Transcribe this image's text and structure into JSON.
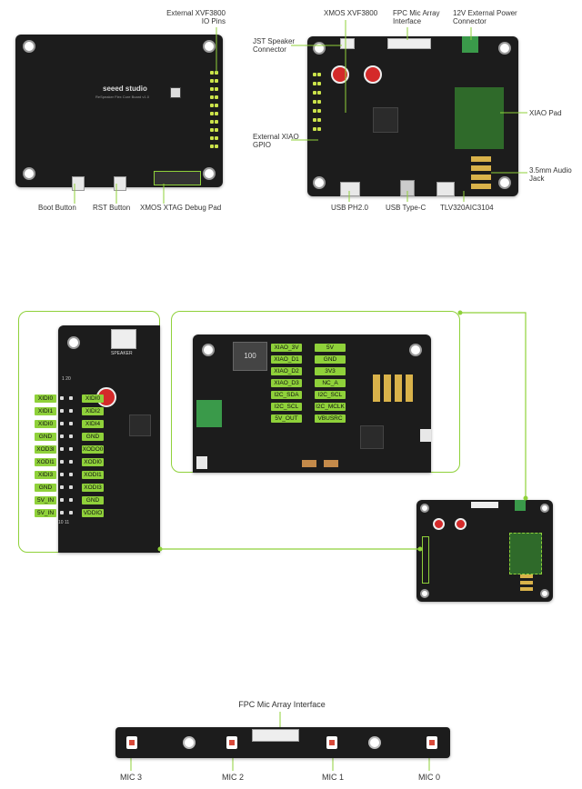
{
  "top_left_labels": {
    "io_pins": "External XVF3800\nIO Pins",
    "boot_button": "Boot Button",
    "rst_button": "RST Button",
    "xtag_debug_pad": "XMOS XTAG Debug Pad",
    "board_brand": "seeed studio",
    "board_model": "ReSpeaker Flex Core Board v1.0"
  },
  "top_right_labels": {
    "xmos_chip": "XMOS XVF3800",
    "fpc_interface": "FPC Mic Array\nInterface",
    "power_connector": "12V External Power\nConnector",
    "speaker_connector": "JST Speaker\nConnector",
    "xiao_pad": "XIAO Pad",
    "xiao_gpio": "External XIAO\nGPIO",
    "audio_jack": "3.5mm Audio\nJack",
    "usb_ph": "USB PH2.0",
    "usb_typec": "USB Type-C",
    "codec": "TLV320AIC3104"
  },
  "pinout_left": {
    "outer": [
      "XIDI0",
      "XIDI1",
      "XIDI0",
      "GND",
      "XOD3I",
      "XODI1",
      "XIDI3",
      "GND",
      "5V_IN",
      "5V_IN"
    ],
    "inner": [
      "XIDI0",
      "XIDI2",
      "XIDI4",
      "GND",
      "XODO0",
      "XODI0",
      "XODI1",
      "XODI3",
      "GND",
      "VDDIO"
    ],
    "header_top": "1  20",
    "header_bottom": "10  11",
    "speaker_label": "SPEAKER"
  },
  "pinout_right": {
    "left_col": [
      "XIAO_3V",
      "XIAO_D1",
      "XIAO_D2",
      "XIAO_D3",
      "I2C_SDA",
      "I2C_SCL",
      "5V_OUT"
    ],
    "right_col": [
      "5V",
      "GND",
      "3V3",
      "NC_A",
      "I2C_SCL",
      "I2C_MCLK",
      "VBUSRC"
    ],
    "inductor_marking": "100"
  },
  "bottom": {
    "title": "FPC Mic Array Interface",
    "mics": [
      "MIC 3",
      "MIC 2",
      "MIC 1",
      "MIC 0"
    ]
  },
  "colors": {
    "accent_green": "#8fd13a",
    "board_black": "#1c1c1c",
    "mic_red": "#d84a3a"
  }
}
